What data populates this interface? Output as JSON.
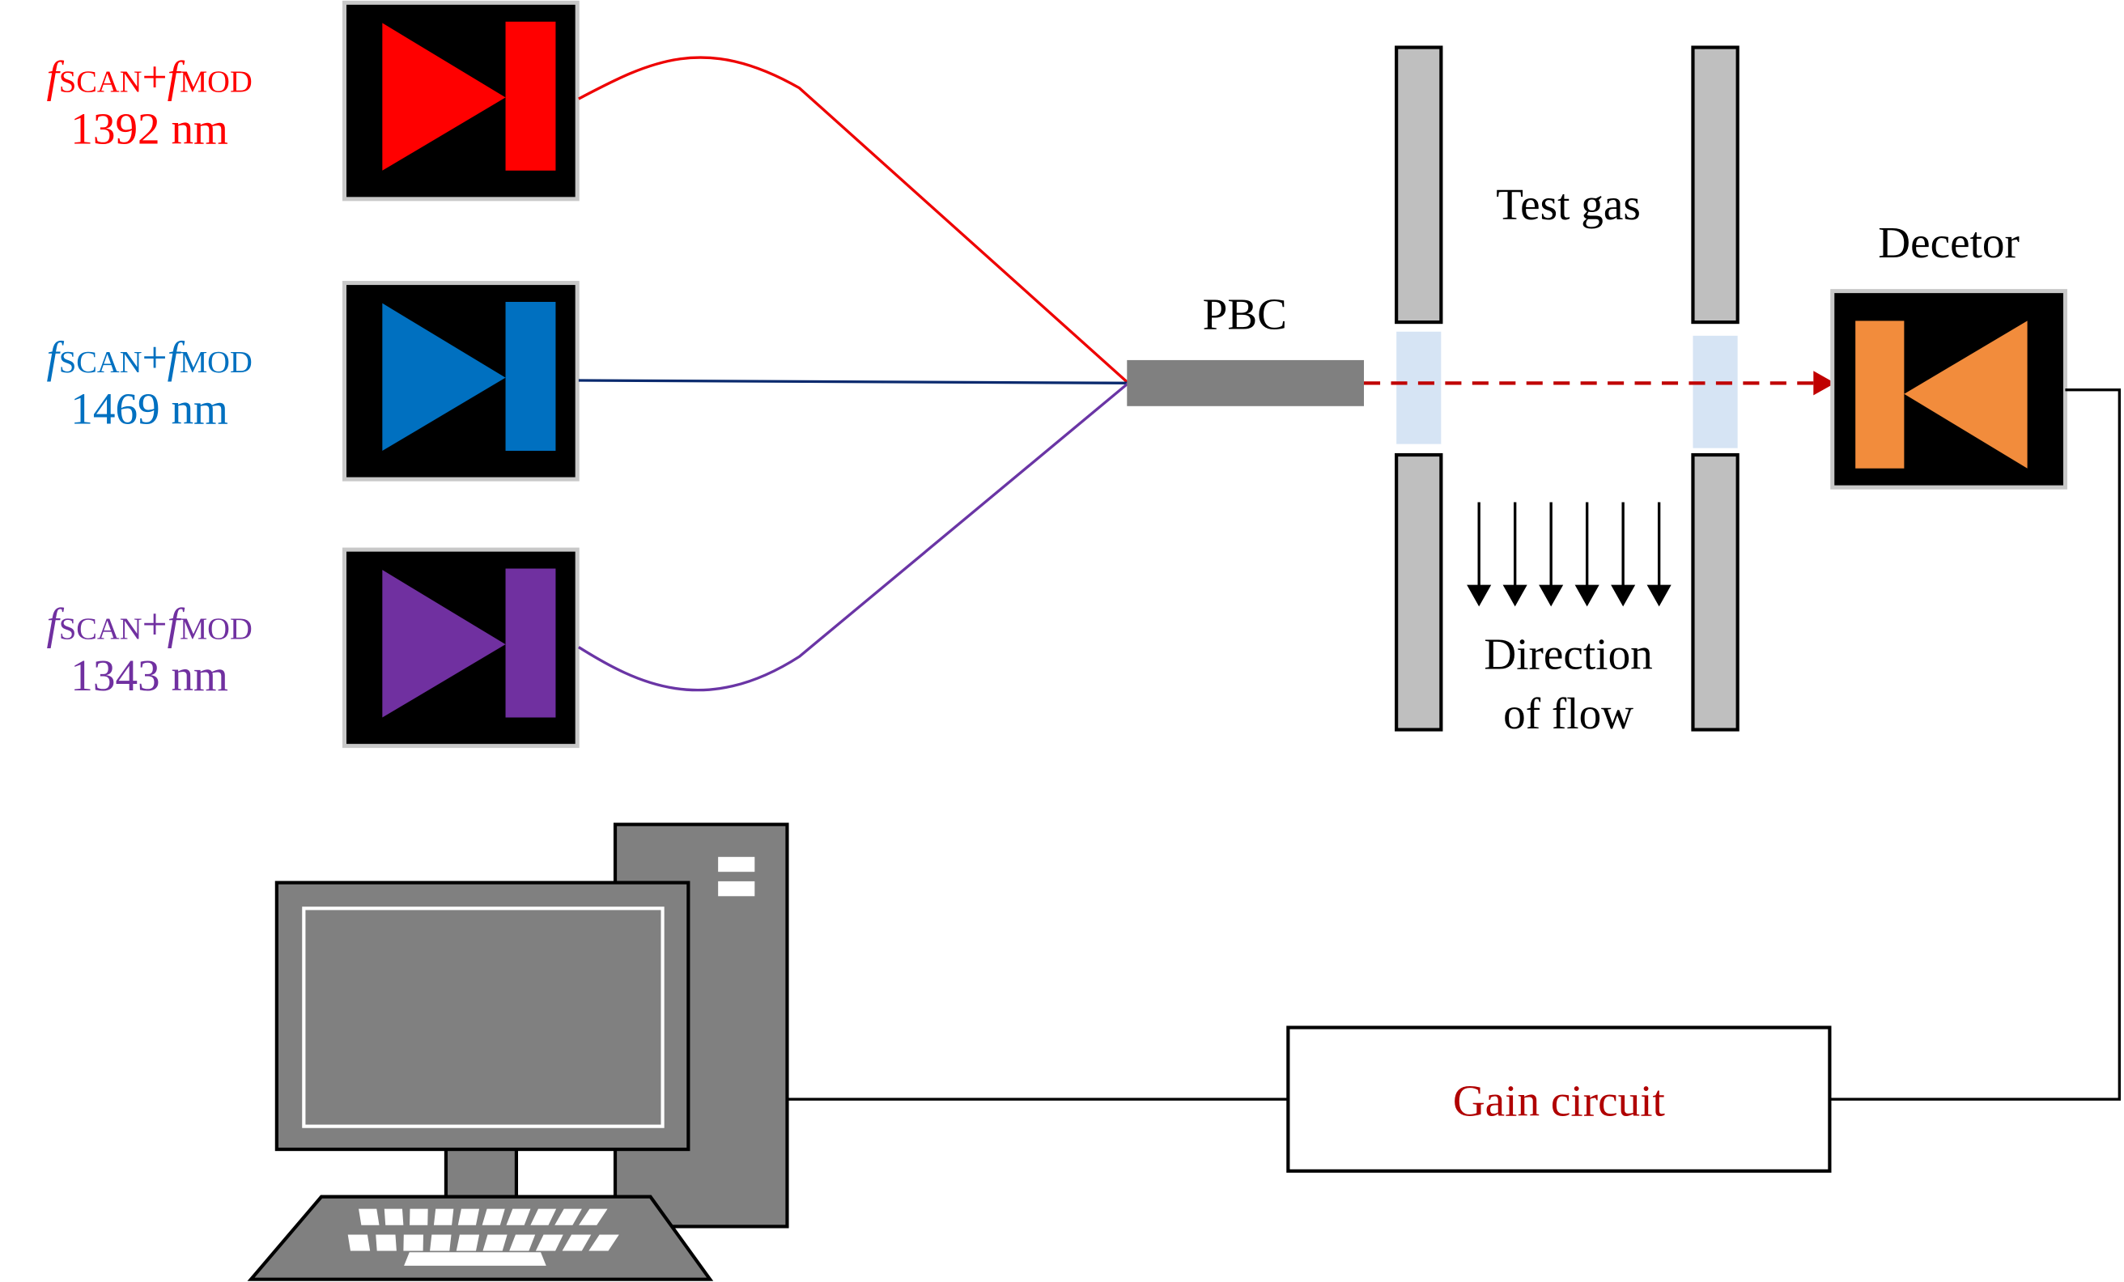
{
  "lasers": [
    {
      "id": "laser-1392",
      "label_f1": "f",
      "label_sub1": "SCAN",
      "label_plus": "+",
      "label_f2": "f",
      "label_sub2": "MOD",
      "wavelength": "1392 nm",
      "color": "#ff0000",
      "fiber_color": "#ee0000"
    },
    {
      "id": "laser-1469",
      "label_f1": "f",
      "label_sub1": "SCAN",
      "label_plus": "+",
      "label_f2": "f",
      "label_sub2": "MOD",
      "wavelength": "1469 nm",
      "color": "#0070c0",
      "fiber_color": "#0a2a6e"
    },
    {
      "id": "laser-1343",
      "label_f1": "f",
      "label_sub1": "SCAN",
      "label_plus": "+",
      "label_f2": "f",
      "label_sub2": "MOD",
      "wavelength": "1343 nm",
      "color": "#7030a0",
      "fiber_color": "#6a35a5"
    }
  ],
  "pbc": {
    "label": "PBC",
    "color": "#808080"
  },
  "chamber": {
    "label": "Test gas",
    "flow_label_line1": "Direction",
    "flow_label_line2": "of flow",
    "flow_arrow_count": 6,
    "wall_color": "#bfbfbf",
    "window_color": "#d6e4f4"
  },
  "beam": {
    "color": "#c00000"
  },
  "detector": {
    "label": "Decetor",
    "color": "#f28c3c"
  },
  "gain_circuit": {
    "label": "Gain circuit",
    "text_color": "#b00000"
  },
  "computer": {
    "body_color": "#808080",
    "keyboard_rows": 2,
    "keys_per_row": 10
  }
}
